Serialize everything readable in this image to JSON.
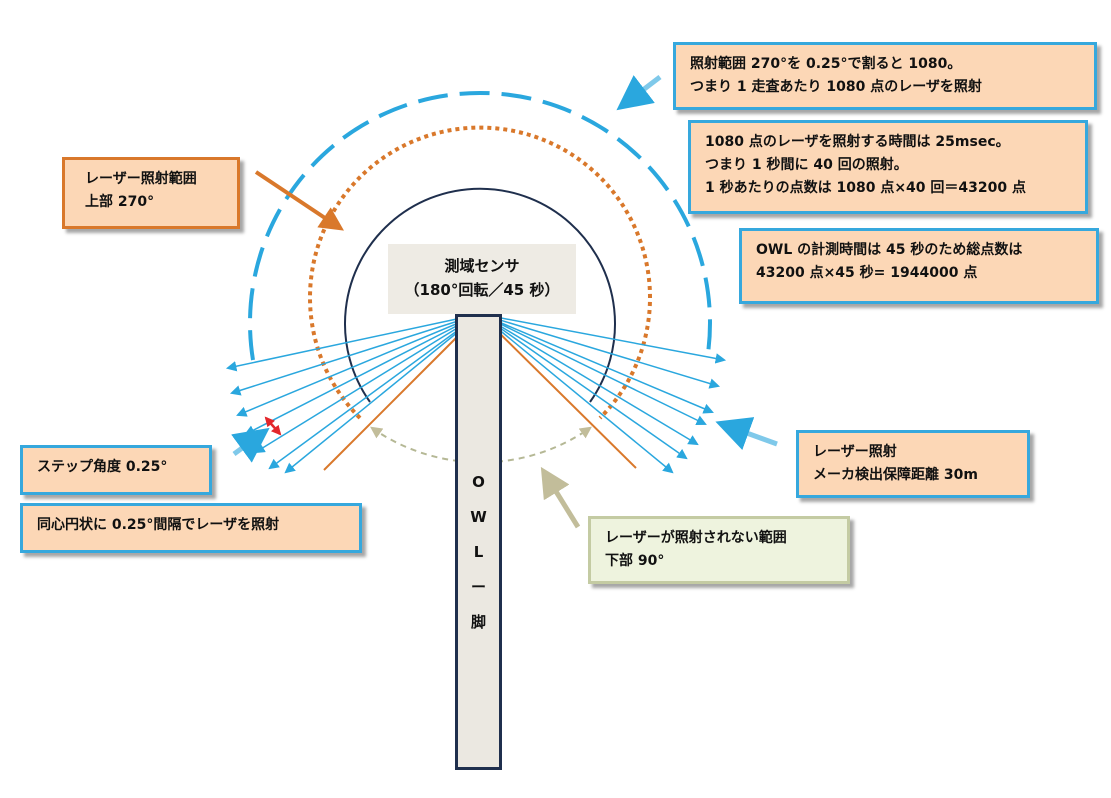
{
  "labels": {
    "upper_range": [
      "レーザー照射範囲",
      "上部 270°"
    ],
    "range_calc": [
      "照射範囲 270°を 0.25°で割ると 1080。",
      "つまり 1 走査あたり 1080 点のレーザを照射"
    ],
    "time_calc": [
      "1080 点のレーザを照射する時間は 25msec。",
      "つまり 1 秒間に 40 回の照射。",
      "1 秒あたりの点数は 1080 点×40 回＝43200 点"
    ],
    "total_calc": [
      "OWL の計測時間は 45 秒のため総点数は",
      "43200 点×45 秒= 1944000 点"
    ],
    "step_angle": [
      "ステップ角度 0.25°"
    ],
    "concentric": [
      "同心円状に 0.25°間隔でレーザを照射"
    ],
    "laser_distance": [
      "レーザー照射",
      "メーカ検出保障距離 30m"
    ],
    "unlit_range": [
      "レーザーが照射されない範囲",
      "下部 90°"
    ],
    "sensor": [
      "測域センサ",
      "（180°回転／45 秒）"
    ],
    "leg": "O\nW\nL\nー\n脚"
  },
  "colors": {
    "laser_blue": "#2aa7de",
    "laser_orange": "#d9782b",
    "frame_navy": "#1f2f4d",
    "unlit_green": "#b5b895",
    "box_fill": "#fcd7b6",
    "step_red": "#e3262b"
  },
  "icons": [
    "callout-arrow-icon",
    "step-angle-double-arrow-icon"
  ]
}
